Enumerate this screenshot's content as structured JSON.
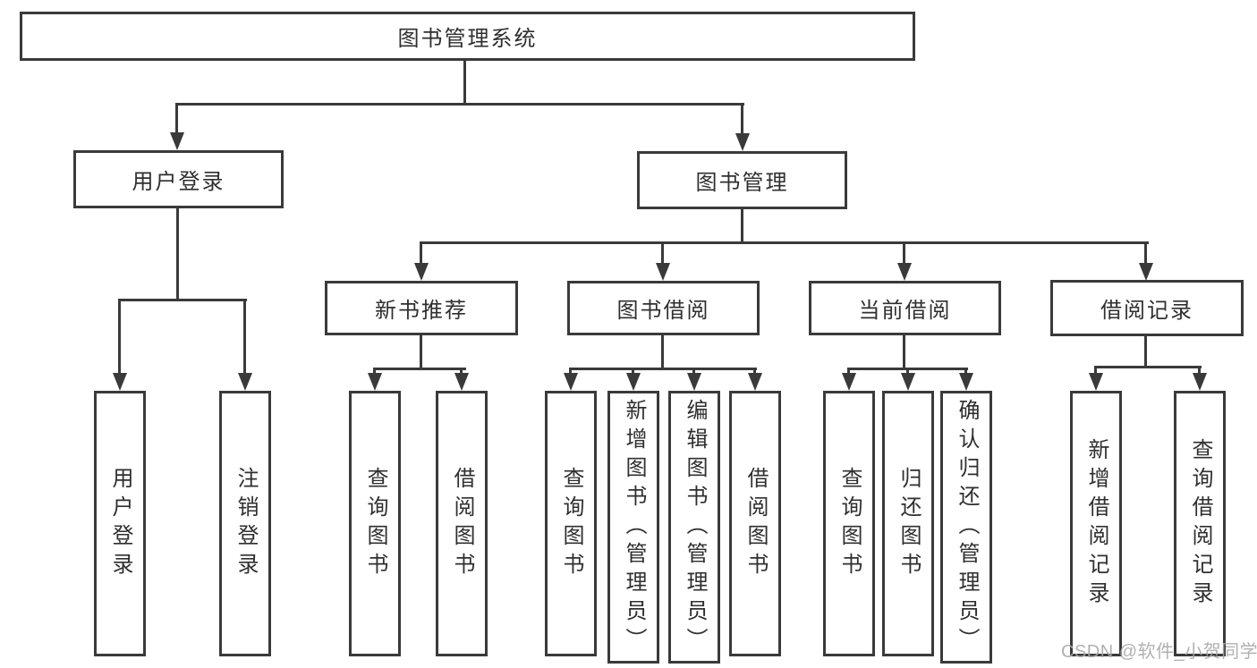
{
  "tree": {
    "label": "图书管理系统",
    "children": [
      {
        "label": "用户登录",
        "children": [
          {
            "label": "用户登录"
          },
          {
            "label": "注销登录"
          }
        ]
      },
      {
        "label": "图书管理",
        "children": [
          {
            "label": "新书推荐",
            "children": [
              {
                "label": "查询图书"
              },
              {
                "label": "借阅图书"
              }
            ]
          },
          {
            "label": "图书借阅",
            "children": [
              {
                "label": "查询图书"
              },
              {
                "label": "新增图书（管理员）"
              },
              {
                "label": "编辑图书（管理员）"
              },
              {
                "label": "借阅图书"
              }
            ]
          },
          {
            "label": "当前借阅",
            "children": [
              {
                "label": "查询图书"
              },
              {
                "label": "归还图书"
              },
              {
                "label": "确认归还（管理员）"
              }
            ]
          },
          {
            "label": "借阅记录",
            "children": [
              {
                "label": "新增借阅记录"
              },
              {
                "label": "查询借阅记录"
              }
            ]
          }
        ]
      }
    ]
  },
  "watermark": "CSDN @软件_小贺同学",
  "colors": {
    "line": "#3a3a3a",
    "text": "#2f2f2f",
    "watermark": "#a8a8a8",
    "background": "#ffffff"
  }
}
